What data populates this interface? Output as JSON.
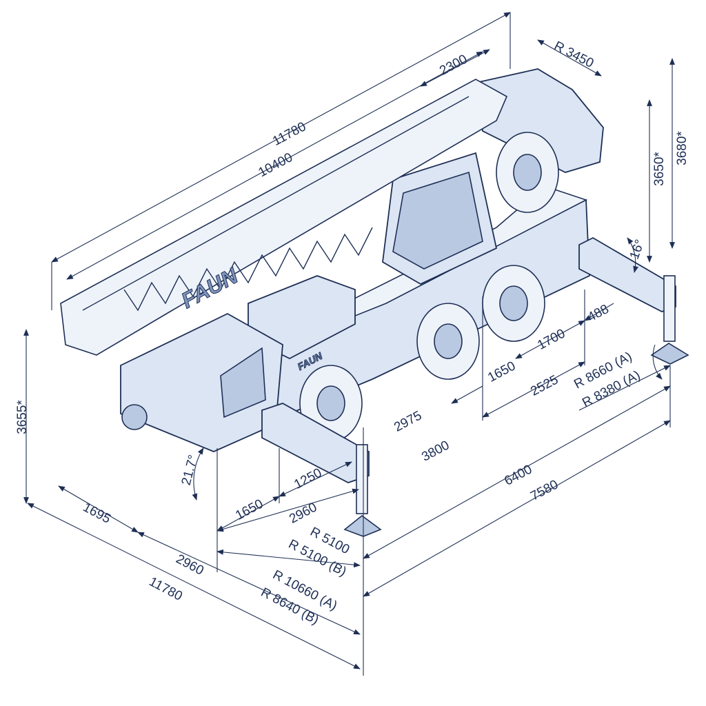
{
  "title": "Mobile crane dimension drawing",
  "brand": "FAUN",
  "colors": {
    "ink": "#1e2f55",
    "fill": "#dbe5f3"
  },
  "dims": {
    "overall_length_top": "11780",
    "boom_length": "10400",
    "rear_overhang_top": "2300",
    "tail_radius": "R 3450",
    "height_rear": "3680*",
    "height_cab": "3650*",
    "rear_angle": "16°",
    "outrigger_offset": "488",
    "axle_1700": "1700",
    "axle_1650_right": "1650",
    "dist_2525": "2525",
    "radius_8660": "R 8660 (A)",
    "radius_8380": "R 8380 (A)",
    "dist_2975": "2975",
    "dist_3800": "3800",
    "outrigger_6400": "6400",
    "outrigger_7580": "7580",
    "dist_1250": "1250",
    "dist_1650_left": "1650",
    "width_2960_upper": "2960",
    "radius_5100": "R 5100",
    "radius_5100_b": "R 5100 (B)",
    "radius_10660": "R 10660 (A)",
    "radius_8640": "R 8640 (B)",
    "front_1695": "1695",
    "width_2960_lower": "2960",
    "overall_length_bottom": "11780",
    "height_front": "3655*",
    "approach_angle": "21.7°"
  }
}
